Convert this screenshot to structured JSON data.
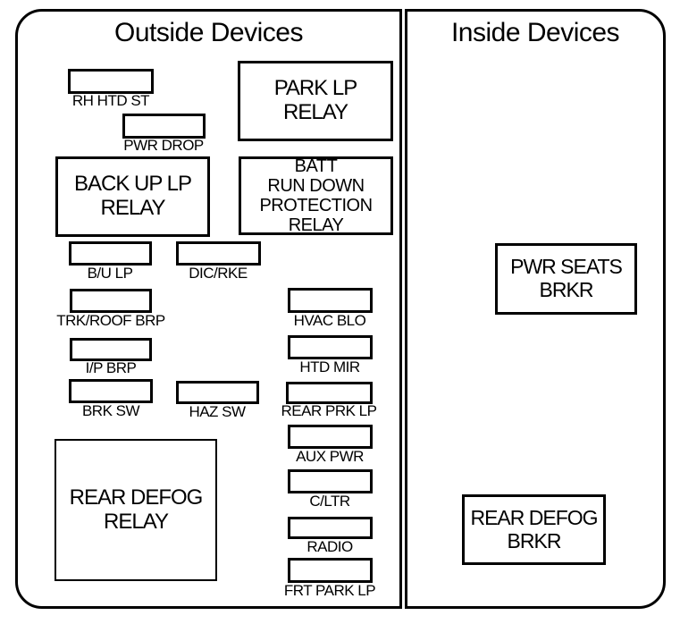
{
  "titles": {
    "outside": "Outside Devices",
    "inside": "Inside Devices"
  },
  "outside": {
    "fuses": [
      {
        "label": "RH HTD ST"
      },
      {
        "label": "PWR DROP"
      },
      {
        "label": "B/U LP"
      },
      {
        "label": "DIC/RKE"
      },
      {
        "label": "TRK/ROOF BRP"
      },
      {
        "label": "I/P BRP"
      },
      {
        "label": "BRK SW"
      },
      {
        "label": "HAZ SW"
      },
      {
        "label": "HVAC BLO"
      },
      {
        "label": "HTD MIR"
      },
      {
        "label": "REAR PRK LP"
      },
      {
        "label": "AUX PWR"
      },
      {
        "label": "C/LTR"
      },
      {
        "label": "RADIO"
      },
      {
        "label": "FRT PARK LP"
      }
    ],
    "relays": [
      {
        "label": "PARK LP\nRELAY"
      },
      {
        "label": "BATT\nRUN DOWN\nPROTECTION\nRELAY"
      },
      {
        "label": "BACK UP LP\nRELAY"
      },
      {
        "label": "REAR DEFOG\nRELAY"
      }
    ]
  },
  "inside": {
    "breakers": [
      {
        "label": "PWR SEATS\nBRKR"
      },
      {
        "label": "REAR DEFOG\nBRKR"
      }
    ]
  },
  "colors": {
    "line": "#000000",
    "background": "#ffffff"
  }
}
